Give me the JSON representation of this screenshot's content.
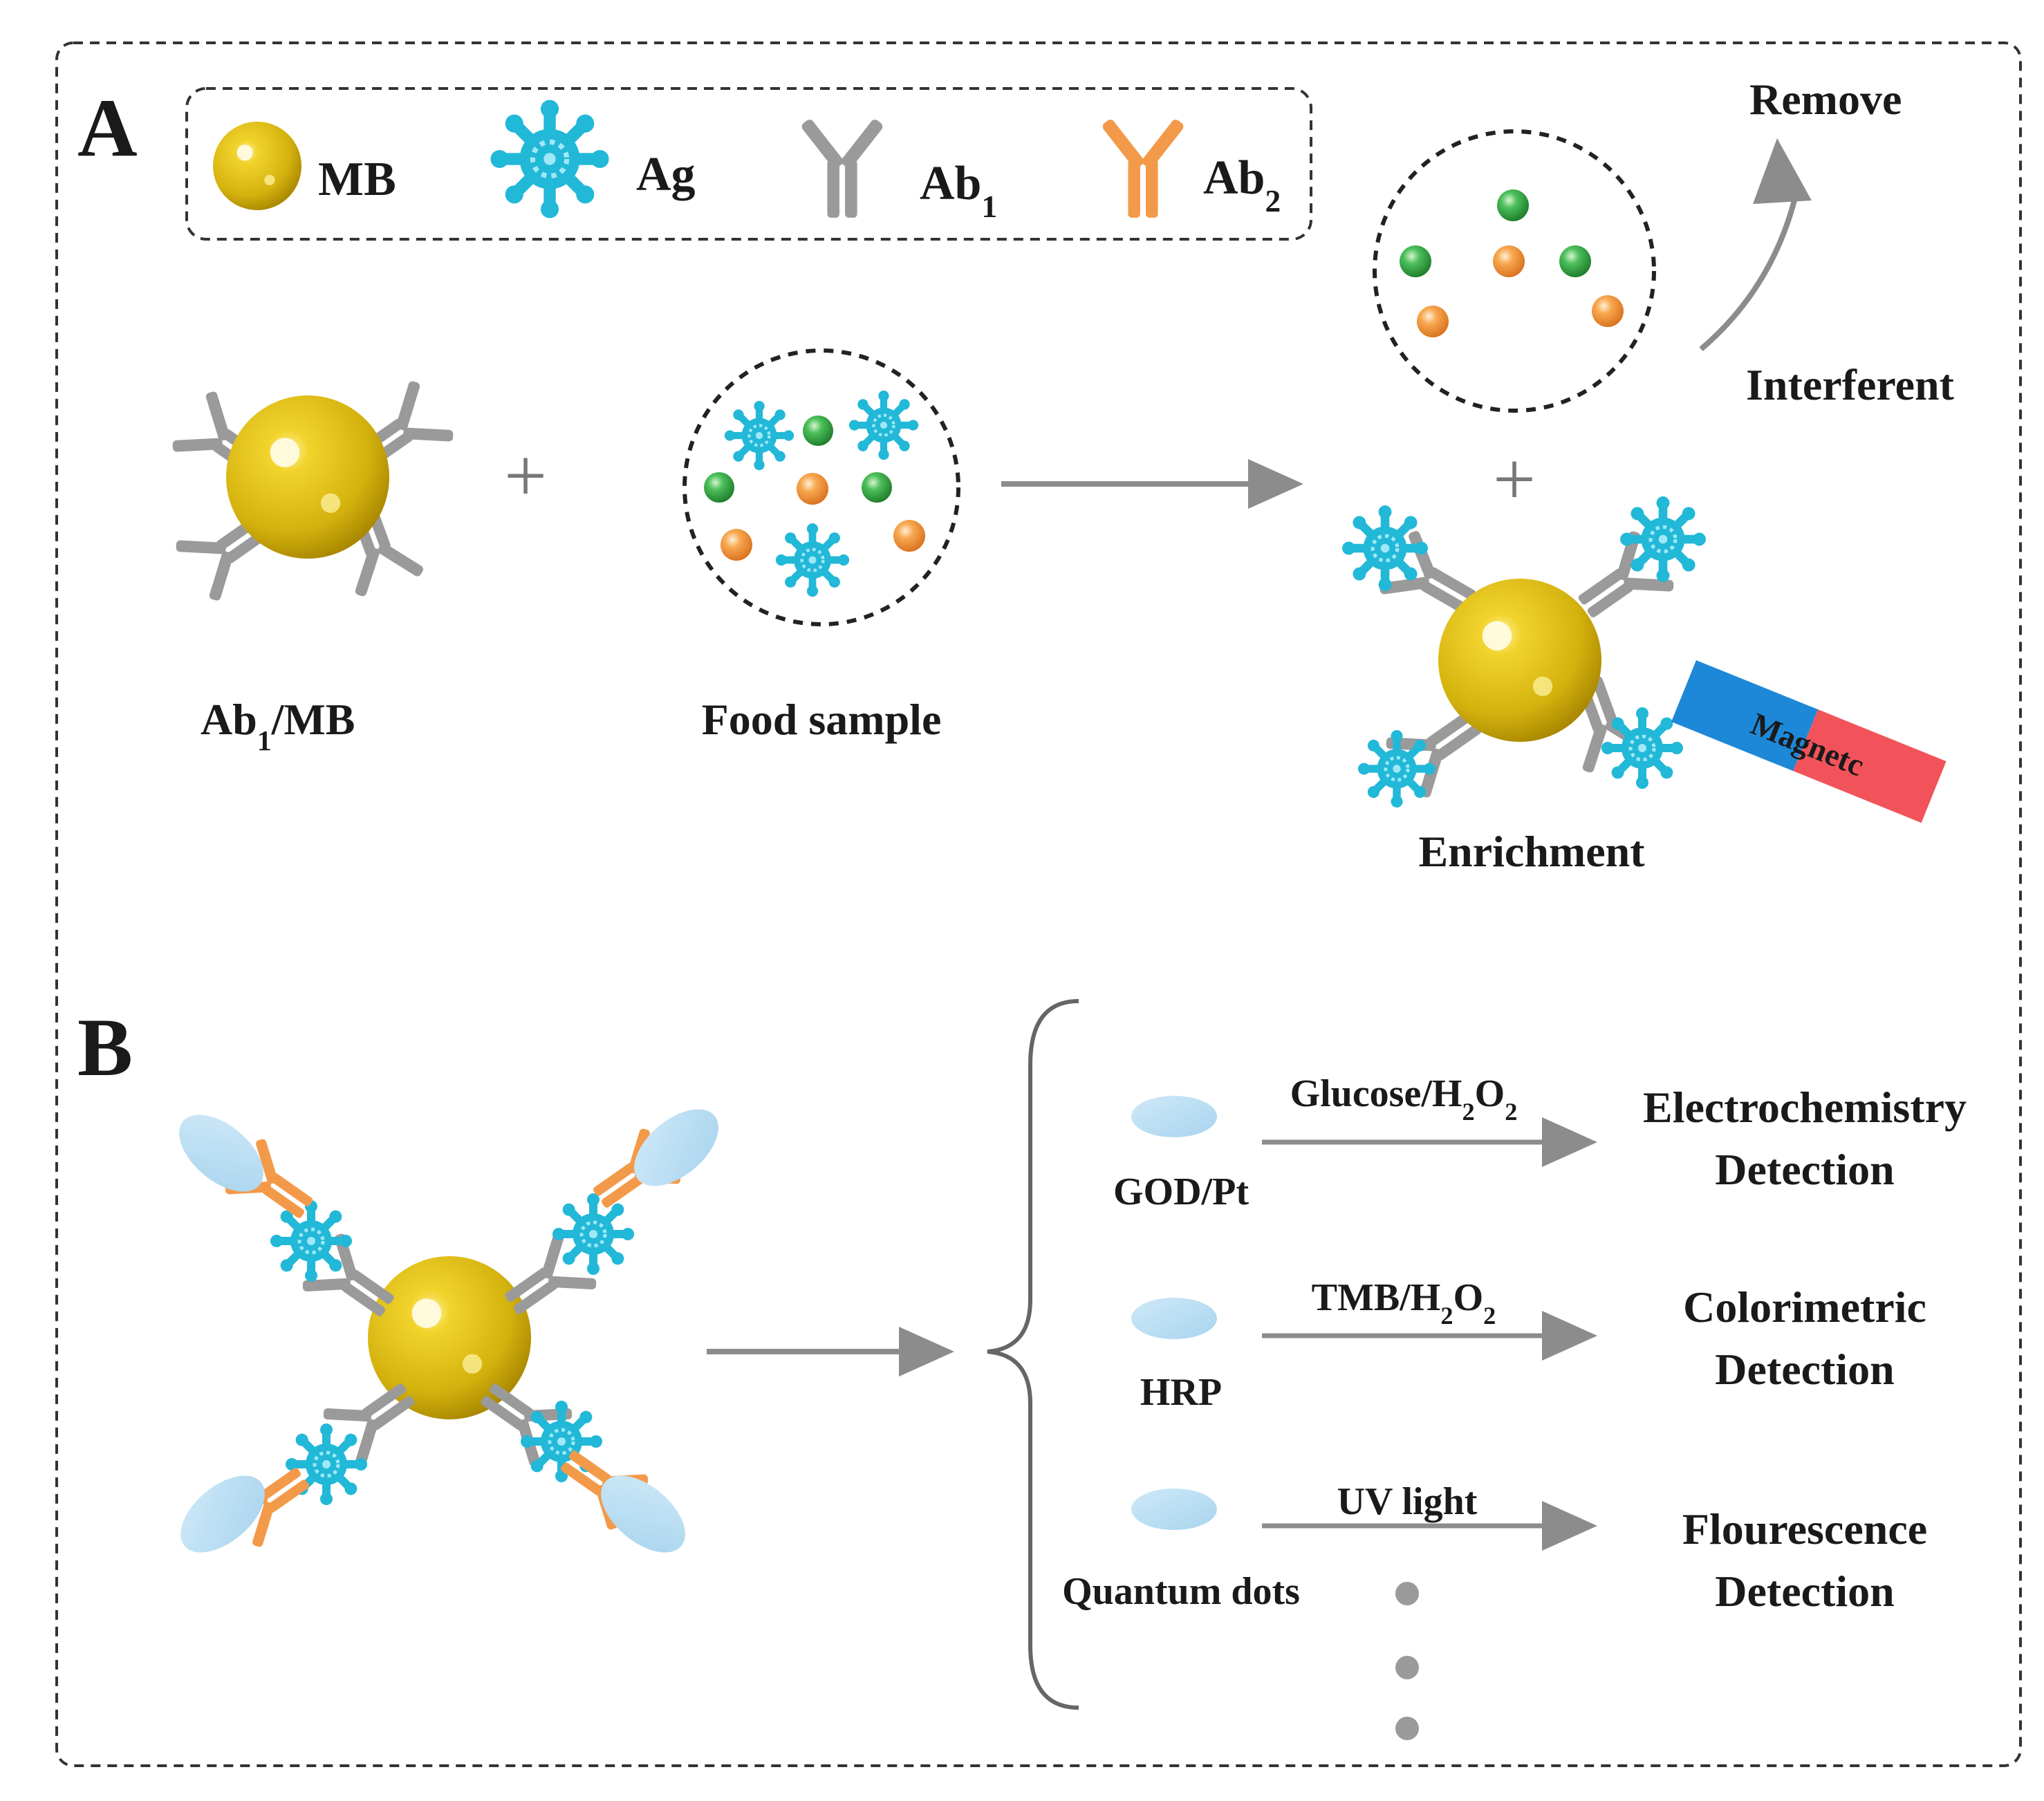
{
  "panel_a": {
    "letter": "A",
    "legend": {
      "mb": "MB",
      "ag": "Ag",
      "ab1": "Ab",
      "ab1_sub": "1",
      "ab2": "Ab",
      "ab2_sub": "2"
    },
    "ab1_mb_label": "Ab",
    "ab1_mb_sub": "1",
    "ab1_mb_suffix": "/MB",
    "food_sample_label": "Food sample",
    "plus": "+",
    "remove_label": "Remove",
    "interferent_label": "Interferent",
    "enrichment_label": "Enrichment",
    "magnet_label": "Magnetc"
  },
  "panel_b": {
    "letter": "B",
    "methods": [
      {
        "probe": "GOD/Pt",
        "reagent_main": "Glucose/H",
        "reagent_sub1": "2",
        "reagent_o": "O",
        "reagent_sub2": "2",
        "detection_line1": "Electrochemistry",
        "detection_line2": "Detection"
      },
      {
        "probe": "HRP",
        "reagent_main": "TMB/H",
        "reagent_sub1": "2",
        "reagent_o": "O",
        "reagent_sub2": "2",
        "detection_line1": "Colorimetric",
        "detection_line2": "Detection"
      },
      {
        "probe": "Quantum dots",
        "reagent": "UV light",
        "detection_line1": "Flourescence",
        "detection_line2": "Detection"
      }
    ]
  },
  "colors": {
    "bead": "#d4b20e",
    "bead_light": "#fff6a8",
    "bead_dark": "#a88600",
    "antigen": "#22b8d8",
    "ab1": "#9a9a9a",
    "ab2": "#f39a4a",
    "label_probe": "#b6ddf2",
    "interferent_green": "#2e9e3e",
    "interferent_orange": "#f59a40",
    "arrow": "#8c8c8c",
    "magnet_blue": "#1e88d8",
    "magnet_red": "#f2535b"
  },
  "icons": [
    "magnetic-bead-icon",
    "antigen-icon",
    "antibody-1-icon",
    "antibody-2-icon",
    "arrow-icon",
    "magnet-icon"
  ]
}
